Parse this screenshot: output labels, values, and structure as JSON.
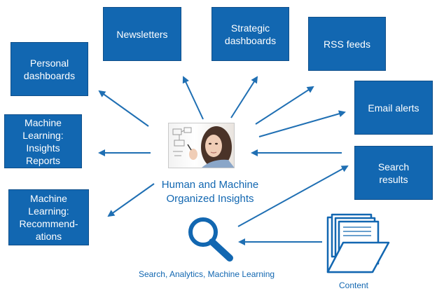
{
  "colors": {
    "box_fill": "#1267b1",
    "arrow": "#1f6fb3",
    "caption_text": "#1267b1"
  },
  "boxes": {
    "newsletters": "Newsletters",
    "strategic_dashboards": "Strategic\ndashboards",
    "rss_feeds": "RSS feeds",
    "personal_dashboards": "Personal\ndashboards",
    "email_alerts": "Email alerts",
    "ml_insights_reports": "Machine\nLearning:\nInsights\nReports",
    "search_results": "Search\nresults",
    "ml_recommendations": "Machine\nLearning:\nRecommend-\nations"
  },
  "center": {
    "caption": "Human and Machine\nOrganized Insights",
    "image": "person-writing-photo"
  },
  "search": {
    "icon": "magnifier-icon",
    "caption": "Search, Analytics, Machine Learning"
  },
  "content": {
    "icon": "folder-documents-icon",
    "caption": "Content"
  }
}
